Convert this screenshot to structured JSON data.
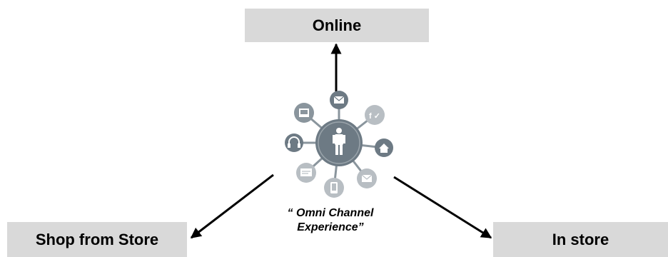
{
  "nodes": {
    "online": "Online",
    "shop_from_store": "Shop from Store",
    "in_store": "In store"
  },
  "center": {
    "caption_line1": "“ Omni Channel",
    "caption_line2": "Experience”"
  },
  "hub_icons": [
    "person-icon",
    "email-icon",
    "social-icon",
    "home-icon",
    "mail-icon",
    "mobile-icon",
    "sms-icon",
    "headset-icon",
    "tablet-icon"
  ],
  "colors": {
    "box": "#d9d9d9",
    "hub_dark": "#6d7a84",
    "hub_mid": "#8a959d",
    "hub_light": "#b8bec3"
  }
}
